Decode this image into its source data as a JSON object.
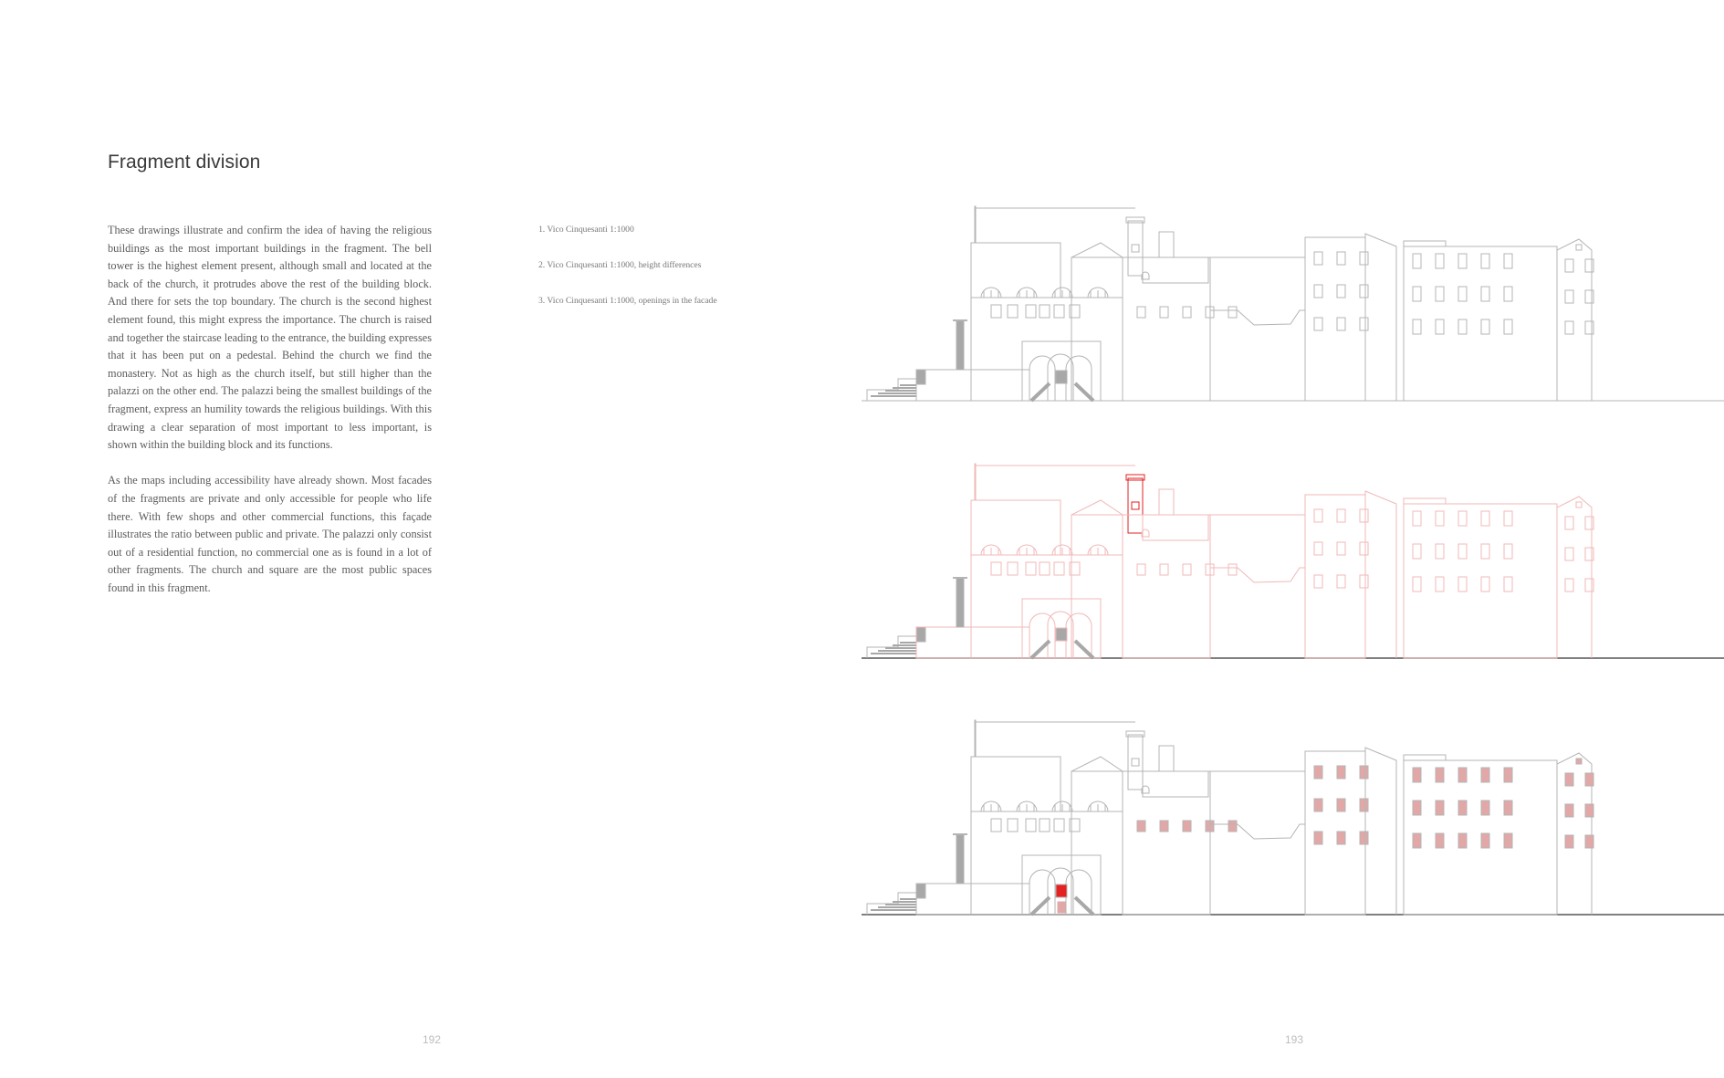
{
  "heading": "Fragment division",
  "paragraphs": [
    "These drawings illustrate and confirm the idea of having the religious buildings as the most important buildings in the fragment. The bell tower is the highest element present, although small and located at the back of the church, it protrudes above the rest of the building block. And there for sets the top boundary. The church is the second highest element found, this might express the importance. The church is raised and together the staircase leading to the entrance, the building expresses that it has been put on a pedestal. Behind the church we find the monastery. Not as high as the church itself, but still higher than the palazzi on the other end. The palazzi being the smallest buildings of the fragment, express an humility towards the religious buildings. With this drawing a clear separation of most important to less important, is shown within the building block and its functions.",
    "As the maps including accessibility have already shown. Most facades of the fragments are private and only accessible for people who life there. With few shops and other commercial functions, this façade illustrates the ratio between public and private. The palazzi only consist out of a residential function, no commercial one as is found in a lot of other fragments. The church and square are the most public spaces found in this fragment."
  ],
  "captions": [
    "1. Vico Cinquesanti 1:1000",
    "2. Vico Cinquesanti 1:1000, height differences",
    "3. Vico Cinquesanti 1:1000, openings in the facade"
  ],
  "page_numbers": {
    "left": "192",
    "right": "193"
  },
  "colors": {
    "line": "#b4b4b4",
    "solid": "#a8a8a8",
    "highlight_red": "#e02020",
    "highlight_pink": "#f1b8b8",
    "opening_public": "#e42222",
    "opening_private": "#e2a8a8"
  }
}
